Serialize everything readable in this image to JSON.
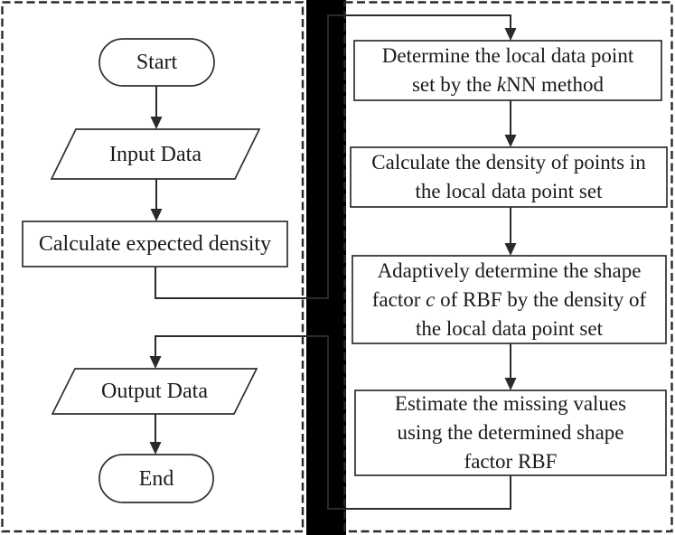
{
  "figure": {
    "title": "RBF missing-value imputation flowchart",
    "colors": {
      "background": "#ffffff",
      "line": "#2a2a2a",
      "text": "#1a1a1a",
      "divider_bar": "#000000"
    },
    "left_panel": {
      "nodes": [
        {
          "shape": "terminator",
          "label": "Start"
        },
        {
          "shape": "data",
          "label": "Input Data"
        },
        {
          "shape": "process",
          "label": "Calculate expected density"
        },
        {
          "shape": "data",
          "label": "Output Data"
        },
        {
          "shape": "terminator",
          "label": "End"
        }
      ]
    },
    "right_panel": {
      "nodes": [
        {
          "shape": "process",
          "lines": [
            [
              {
                "text": "Determine the local data point"
              }
            ],
            [
              {
                "text": "set by the "
              },
              {
                "text": "k",
                "italic": true
              },
              {
                "text": "NN method"
              }
            ]
          ]
        },
        {
          "shape": "process",
          "lines": [
            [
              {
                "text": "Calculate the density of points in"
              }
            ],
            [
              {
                "text": "the local data point set"
              }
            ]
          ]
        },
        {
          "shape": "process",
          "lines": [
            [
              {
                "text": "Adaptively determine the shape"
              }
            ],
            [
              {
                "text": "factor "
              },
              {
                "text": "c",
                "italic": true
              },
              {
                "text": " of RBF by the density of"
              }
            ],
            [
              {
                "text": "the local data point set"
              }
            ]
          ]
        },
        {
          "shape": "process",
          "lines": [
            [
              {
                "text": "Estimate the missing values"
              }
            ],
            [
              {
                "text": "using the determined shape"
              }
            ],
            [
              {
                "text": "factor RBF"
              }
            ]
          ]
        }
      ]
    }
  }
}
